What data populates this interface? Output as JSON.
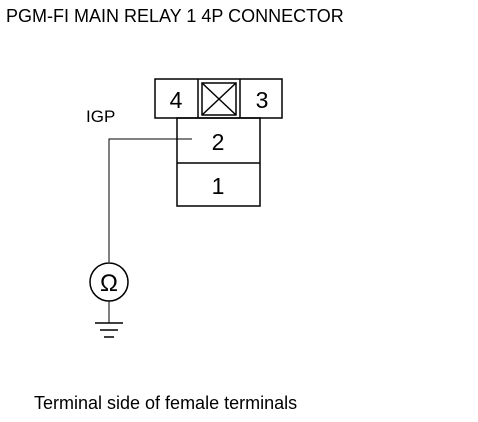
{
  "title": "PGM-FI MAIN RELAY 1 4P CONNECTOR",
  "caption": "Terminal side of female terminals",
  "wire_label": "IGP",
  "meter_symbol": "Ω",
  "icons": {
    "ohmmeter": "ohmmeter-icon",
    "ground": "ground-icon",
    "empty_cavity": "x-box-icon"
  },
  "connector": {
    "pins": {
      "pin4": "4",
      "pin3": "3",
      "pin2": "2",
      "pin1": "1"
    }
  }
}
